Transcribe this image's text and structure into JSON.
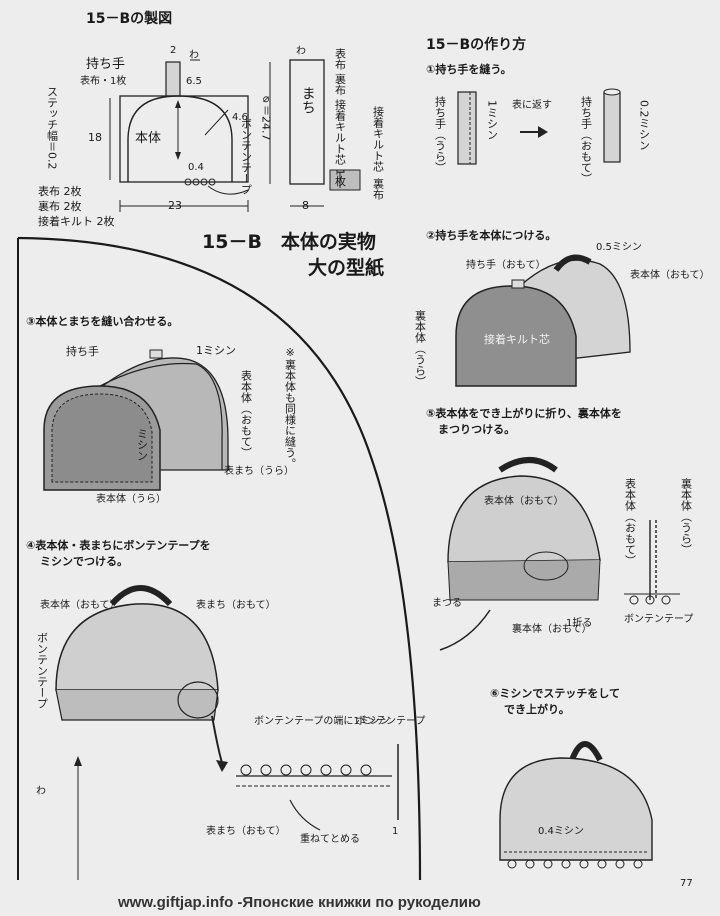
{
  "header": {
    "pattern_title": "15－Bの製図",
    "howto_title": "15－Bの作り方"
  },
  "pattern": {
    "handle_label": "持ち手",
    "handle_note": "表布・1枚",
    "stitch_width": "ステッチ幅＝0.2",
    "main_body_label": "本体",
    "gusset_label": "まち",
    "dim_2": "2",
    "dim_wa": "わ",
    "dim_65": "6.5",
    "dim_46": "4.6",
    "dim_18": "18",
    "dim_04": "0.4",
    "dim_23": "23",
    "dim_8": "8",
    "dim_diameter": "⌀＝24.7",
    "gusset_materials": "表布 裏布 接着キルト芯 1枚",
    "pompom_tape": "ボンテンテープ",
    "quilt_label": "接着キルト芯",
    "lining_label": "裏布",
    "materials": [
      "表布 2枚",
      "裏布 2枚",
      "接着キルト 2枚"
    ]
  },
  "fullsize": {
    "title_line1": "15－B　本体の実物",
    "title_line2": "大の型紙",
    "note": "※裏本体も同様に縫う。",
    "wa_label": "わ"
  },
  "steps": {
    "s1": "①持ち手を縫う。",
    "s1_handle": "持ち手（うら）",
    "s1_1mm": "1ミシン",
    "s1_turn": "表に返す",
    "s1_handle_front": "持ち手（おもて）",
    "s1_02": "0.2ミシン",
    "s2": "②持ち手を本体につける。",
    "s2_handle": "持ち手（おもて）",
    "s2_05": "0.5ミシン",
    "s2_body": "表本体（おもて）",
    "s2_back": "裏本体（うら）",
    "s2_quilt": "接着キルト芯",
    "s3": "③本体とまちを縫い合わせる。",
    "s3_handle": "持ち手",
    "s3_1mm": "1ミシン",
    "s3_body_front": "表本体（おもて）",
    "s3_mishin": "ミシン",
    "s3_gusset": "表まち（うら）",
    "s3_body_back": "表本体（うら）",
    "s4_line1": "④表本体・表まちにボンテンテープを",
    "s4_line2": "ミシンでつける。",
    "s4_body": "表本体（おもて）",
    "s4_gusset": "表まち（おもて）",
    "s4_tape": "ボンテンテープ",
    "s4_tape_edge": "ボンテンテープの端に1ミシン",
    "s4_tape2": "ボンテンテープ",
    "s4_gusset2": "表まち（おもて）",
    "s4_overlap": "重ねてとめる",
    "s4_one": "1",
    "s5_line1": "⑤表本体をでき上がりに折り、裏本体を",
    "s5_line2": "まつりつける。",
    "s5_body": "表本体（おもて）",
    "s5_slip": "まつる",
    "s5_back": "裏本体（おもて）",
    "s5_fold": "1折る",
    "s5_side_front": "表本体（おもて）",
    "s5_side_back": "裏本体（うら）",
    "s5_tape": "ボンテンテープ",
    "s6_line1": "⑥ミシンでステッチをして",
    "s6_line2": "でき上がり。",
    "s6_04": "0.4ミシン"
  },
  "footer": {
    "site": "www.giftjap.info -Японские книжки по рукоделию",
    "page": "77"
  },
  "colors": {
    "paper": "#ededed",
    "ink": "#1a1a1a",
    "fill_grey": "#9a9a9a",
    "fill_light": "#d4d4d4"
  }
}
